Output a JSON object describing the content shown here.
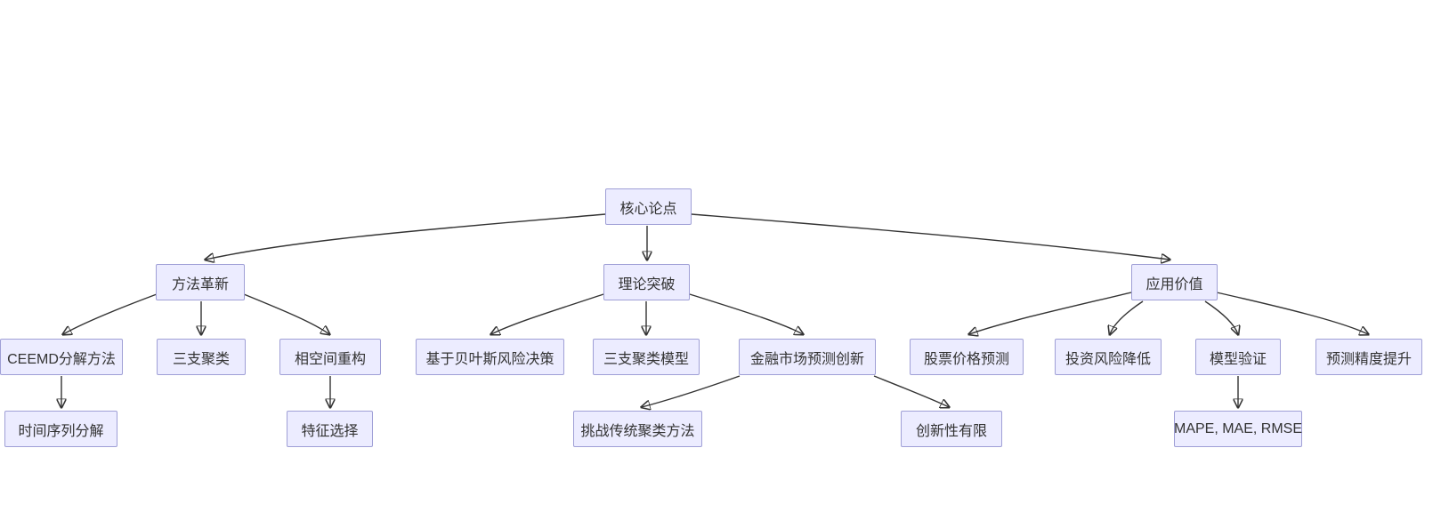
{
  "diagram": {
    "type": "flowchart",
    "direction": "top-down",
    "nodes": {
      "core": {
        "label": "核心论点"
      },
      "method": {
        "label": "方法革新"
      },
      "theory": {
        "label": "理论突破"
      },
      "application": {
        "label": "应用价值"
      },
      "ceemd": {
        "label": "CEEMD分解方法"
      },
      "three_way": {
        "label": "三支聚类"
      },
      "phase_space": {
        "label": "相空间重构"
      },
      "bayes": {
        "label": "基于贝叶斯风险决策"
      },
      "twc_model": {
        "label": "三支聚类模型"
      },
      "fin_innov": {
        "label": "金融市场预测创新"
      },
      "stock": {
        "label": "股票价格预测"
      },
      "risk": {
        "label": "投资风险降低"
      },
      "validation": {
        "label": "模型验证"
      },
      "precision": {
        "label": "预测精度提升"
      },
      "ts_decomp": {
        "label": "时间序列分解"
      },
      "feature": {
        "label": "特征选择"
      },
      "challenge": {
        "label": "挑战传统聚类方法"
      },
      "limited": {
        "label": "创新性有限"
      },
      "metrics": {
        "label": "MAPE, MAE, RMSE"
      }
    },
    "edges": [
      {
        "from": "core",
        "to": "method"
      },
      {
        "from": "core",
        "to": "theory"
      },
      {
        "from": "core",
        "to": "application"
      },
      {
        "from": "method",
        "to": "ceemd"
      },
      {
        "from": "method",
        "to": "three_way"
      },
      {
        "from": "method",
        "to": "phase_space"
      },
      {
        "from": "ceemd",
        "to": "ts_decomp"
      },
      {
        "from": "phase_space",
        "to": "feature"
      },
      {
        "from": "theory",
        "to": "bayes"
      },
      {
        "from": "theory",
        "to": "twc_model"
      },
      {
        "from": "theory",
        "to": "fin_innov"
      },
      {
        "from": "fin_innov",
        "to": "challenge"
      },
      {
        "from": "fin_innov",
        "to": "limited"
      },
      {
        "from": "application",
        "to": "stock"
      },
      {
        "from": "application",
        "to": "risk"
      },
      {
        "from": "application",
        "to": "validation"
      },
      {
        "from": "application",
        "to": "precision"
      },
      {
        "from": "validation",
        "to": "metrics"
      }
    ],
    "colors": {
      "node_fill": "#ECECFF",
      "node_border": "#9F9FD6",
      "edge": "#333333",
      "text": "#333333",
      "background": "#FFFFFF"
    }
  }
}
